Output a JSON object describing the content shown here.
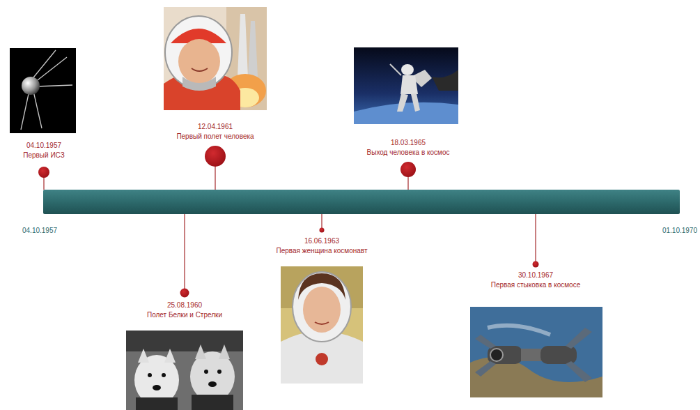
{
  "diagram": {
    "labels": [
      "04.10.1957",
      "Первый ИСЗ",
      "12.04.1961",
      "Первый полет человека",
      "18.03.1965",
      "Выход человека в космос",
      "04.10.1957",
      "01.10.1970",
      "16.06.1963",
      "Первая женщина космонавт",
      "30.10.1967",
      "Первая стыковка в космосе",
      "25.08.1960",
      "Полет Белки и Стрелки"
    ]
  }
}
